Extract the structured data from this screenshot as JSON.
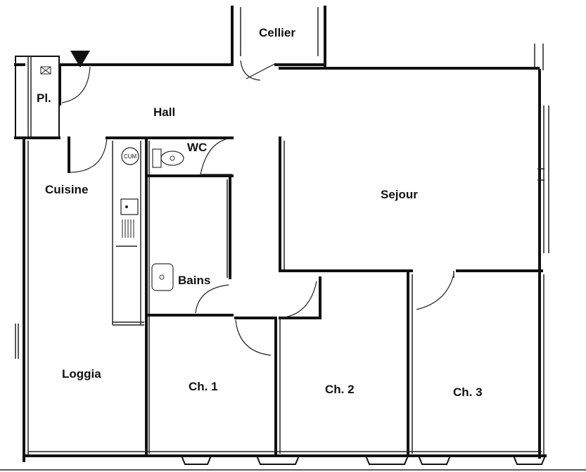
{
  "rooms": {
    "cellier": "Cellier",
    "hall": "Hall",
    "wc": "WC",
    "cuisine": "Cuisine",
    "sejour": "Sejour",
    "bains": "Bains",
    "loggia": "Loggia",
    "ch1": "Ch. 1",
    "ch2": "Ch. 2",
    "ch3": "Ch. 3"
  },
  "cupboard": "Pl.",
  "washer": "CUM"
}
